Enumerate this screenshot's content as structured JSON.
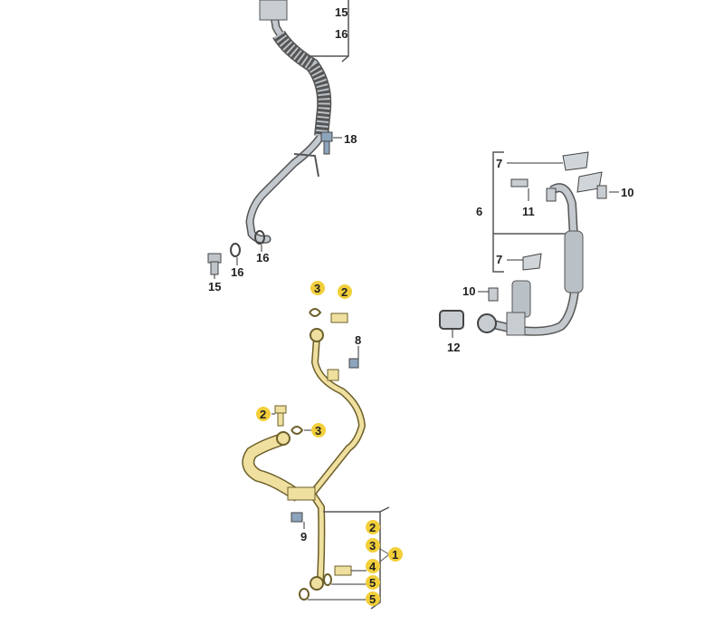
{
  "colors": {
    "highlight": "#f2cf3a",
    "pipe_gray": "#b9c0c6",
    "pipe_yellow": "#efe0a0",
    "bolt_blue": "#8da4bd"
  },
  "labels": {
    "top_15": "15",
    "top_16": "16",
    "top_18": "18",
    "left_15": "15",
    "left_16a": "16",
    "left_16b": "16",
    "r_7a": "7",
    "r_11": "11",
    "r_10a": "10",
    "r_6": "6",
    "r_7b": "7",
    "r_10b": "10",
    "r_12": "12",
    "y_3a": "3",
    "y_2a": "2",
    "y_8": "8",
    "y_2b": "2",
    "y_3b": "3",
    "y_9": "9",
    "y_2c": "2",
    "y_3c": "3",
    "y_1": "1",
    "y_4": "4",
    "y_5a": "5",
    "y_5b": "5"
  }
}
